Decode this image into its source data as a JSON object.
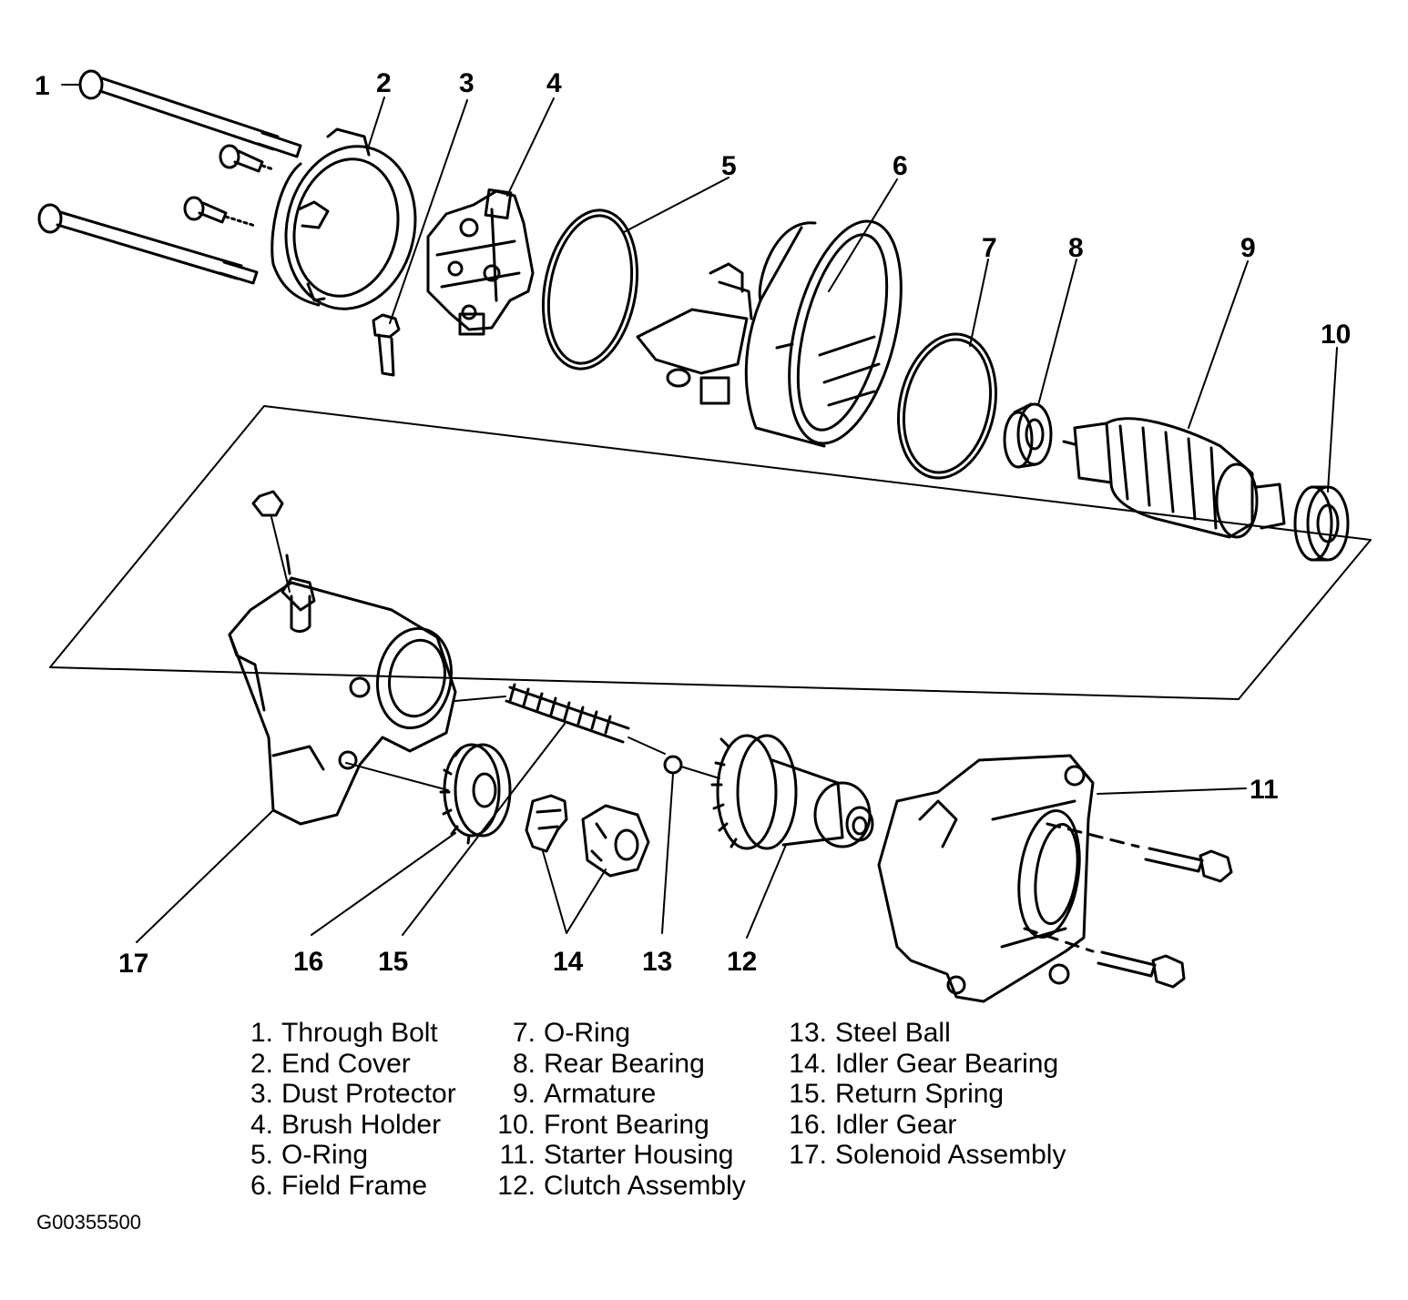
{
  "callouts": [
    "1",
    "2",
    "3",
    "4",
    "5",
    "6",
    "7",
    "8",
    "9",
    "10",
    "11",
    "12",
    "13",
    "14",
    "15",
    "16",
    "17"
  ],
  "legend": {
    "col1": [
      {
        "num": "1.",
        "label": "Through Bolt"
      },
      {
        "num": "2.",
        "label": "End Cover"
      },
      {
        "num": "3.",
        "label": "Dust Protector"
      },
      {
        "num": "4.",
        "label": "Brush Holder"
      },
      {
        "num": "5.",
        "label": "O-Ring"
      },
      {
        "num": "6.",
        "label": "Field Frame"
      }
    ],
    "col2": [
      {
        "num": "7.",
        "label": "O-Ring"
      },
      {
        "num": "8.",
        "label": "Rear Bearing"
      },
      {
        "num": "9.",
        "label": "Armature"
      },
      {
        "num": "10.",
        "label": "Front Bearing"
      },
      {
        "num": "11.",
        "label": "Starter Housing"
      },
      {
        "num": "12.",
        "label": "Clutch Assembly"
      }
    ],
    "col3": [
      {
        "num": "13.",
        "label": "Steel Ball"
      },
      {
        "num": "14.",
        "label": "Idler Gear Bearing"
      },
      {
        "num": "15.",
        "label": "Return Spring"
      },
      {
        "num": "16.",
        "label": "Idler Gear"
      },
      {
        "num": "17.",
        "label": "Solenoid Assembly"
      }
    ]
  },
  "figure_id": "G00355500"
}
